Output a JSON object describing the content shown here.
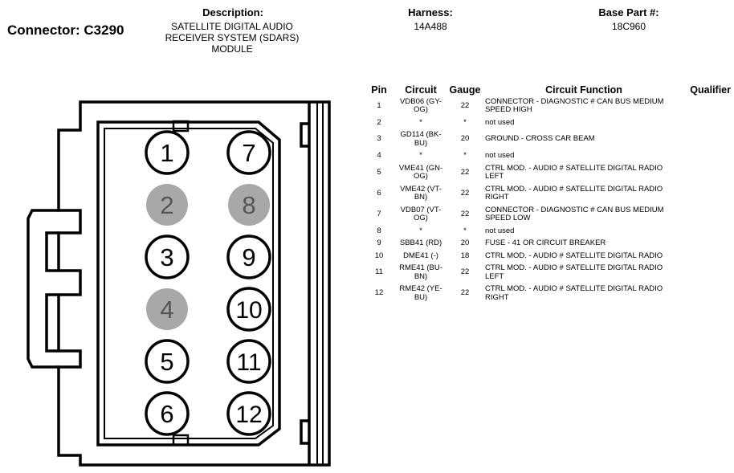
{
  "header": {
    "connector_label": "Connector: C3290",
    "description_label": "Description:",
    "description_lines": [
      "SATELLITE DIGITAL AUDIO",
      "RECEIVER SYSTEM (SDARS)",
      "MODULE"
    ],
    "harness_label": "Harness:",
    "harness_value": "14A488",
    "base_part_label": "Base Part #:",
    "base_part_value": "18C960"
  },
  "connector": {
    "pins": [
      {
        "num": "1",
        "used": true
      },
      {
        "num": "2",
        "used": false
      },
      {
        "num": "3",
        "used": true
      },
      {
        "num": "4",
        "used": false
      },
      {
        "num": "5",
        "used": true
      },
      {
        "num": "6",
        "used": true
      },
      {
        "num": "7",
        "used": true
      },
      {
        "num": "8",
        "used": false
      },
      {
        "num": "9",
        "used": true
      },
      {
        "num": "10",
        "used": true
      },
      {
        "num": "11",
        "used": true
      },
      {
        "num": "12",
        "used": true
      }
    ],
    "unused_pin_color": "#a8a8a8",
    "unused_pin_text_color": "#555555"
  },
  "table": {
    "headers": {
      "pin": "Pin",
      "circuit": "Circuit",
      "gauge": "Gauge",
      "function": "Circuit Function",
      "qualifier": "Qualifier"
    },
    "rows": [
      {
        "pin": "1",
        "circuit": "VDB06 (GY-OG)",
        "gauge": "22",
        "function": "CONNECTOR - DIAGNOSTIC # CAN BUS MEDIUM SPEED HIGH"
      },
      {
        "pin": "2",
        "circuit": "*",
        "gauge": "*",
        "function": "not used"
      },
      {
        "pin": "3",
        "circuit": "GD114 (BK-BU)",
        "gauge": "20",
        "function": "GROUND - CROSS CAR BEAM"
      },
      {
        "pin": "4",
        "circuit": "*",
        "gauge": "*",
        "function": "not used"
      },
      {
        "pin": "5",
        "circuit": "VME41 (GN-OG)",
        "gauge": "22",
        "function": "CTRL MOD. - AUDIO # SATELLITE DIGITAL RADIO LEFT"
      },
      {
        "pin": "6",
        "circuit": "VME42 (VT-BN)",
        "gauge": "22",
        "function": "CTRL MOD. - AUDIO # SATELLITE DIGITAL RADIO RIGHT"
      },
      {
        "pin": "7",
        "circuit": "VDB07 (VT-OG)",
        "gauge": "22",
        "function": "CONNECTOR - DIAGNOSTIC # CAN BUS MEDIUM SPEED LOW"
      },
      {
        "pin": "8",
        "circuit": "*",
        "gauge": "*",
        "function": "not used"
      },
      {
        "pin": "9",
        "circuit": "SBB41 (RD)",
        "gauge": "20",
        "function": "FUSE - 41 OR CIRCUIT BREAKER"
      },
      {
        "pin": "10",
        "circuit": "DME41 (-)",
        "gauge": "18",
        "function": "CTRL MOD. - AUDIO # SATELLITE DIGITAL RADIO"
      },
      {
        "pin": "11",
        "circuit": "RME41 (BU-BN)",
        "gauge": "22",
        "function": "CTRL MOD. - AUDIO # SATELLITE DIGITAL RADIO LEFT"
      },
      {
        "pin": "12",
        "circuit": "RME42 (YE-BU)",
        "gauge": "22",
        "function": "CTRL MOD. - AUDIO # SATELLITE DIGITAL RADIO RIGHT"
      }
    ]
  }
}
